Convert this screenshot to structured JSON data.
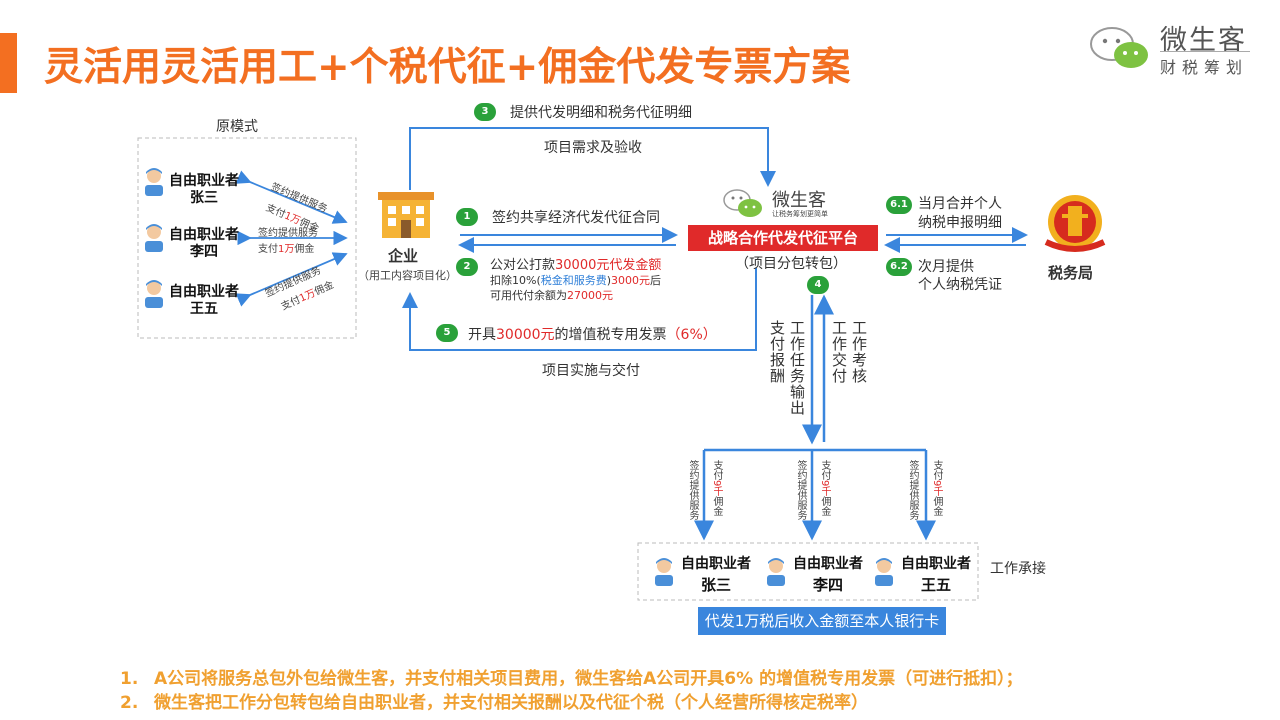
{
  "header": {
    "title": "灵活用灵活用工+个税代征+佣金代发专票方案",
    "logo_name": "微生客",
    "logo_sub": "财税筹划"
  },
  "original_mode": {
    "label": "原模式",
    "workers": [
      {
        "title": "自由职业者",
        "name": "张三"
      },
      {
        "title": "自由职业者",
        "name": "李四"
      },
      {
        "title": "自由职业者",
        "name": "王五"
      }
    ],
    "arrow_labels": [
      {
        "top": "签约提供服务",
        "bottom_pre": "支付",
        "bottom_red": "1万",
        "bottom_post": "佣金"
      },
      {
        "top": "签约提供服务",
        "bottom_pre": "支付",
        "bottom_red": "1万",
        "bottom_post": "佣金"
      },
      {
        "top": "签约提供服务",
        "bottom_pre": "支付",
        "bottom_red": "1万",
        "bottom_post": "佣金"
      }
    ]
  },
  "enterprise": {
    "name": "企业",
    "sub": "（用工内容项目化）"
  },
  "top_flow": {
    "step3_num": "3",
    "step3_label": "提供代发明细和税务代征明细",
    "demand_label": "项目需求及验收"
  },
  "middle_flow": {
    "step1_num": "1",
    "step1_label": "签约共享经济代发代征合同",
    "step2_num": "2",
    "step2_line1_pre": "公对公打款",
    "step2_line1_red": "30000元",
    "step2_line1_post": "代发金额",
    "step2_line2_pre": "扣除10%(",
    "step2_line2_blue": "税金和服务费",
    "step2_line2_mid": ")",
    "step2_line2_red": "3000元",
    "step2_line2_post": "后",
    "step2_line3_pre": "可用代付余额为",
    "step2_line3_red": "27000元"
  },
  "bottom_flow": {
    "step5_num": "5",
    "step5_pre": "开具",
    "step5_red": "30000元",
    "step5_mid": "的增值税专用发票",
    "step5_pct": "（6%）",
    "delivery_label": "项目实施与交付"
  },
  "platform": {
    "logo_name": "微生客",
    "logo_tagline": "让税务筹划更简单",
    "name": "战略合作代发代征平台",
    "sub": "（项目分包转包）"
  },
  "tax_bureau": {
    "name": "税务局",
    "step61_num": "6.1",
    "step61_line1": "当月合并个人",
    "step61_line2": "纳税申报明细",
    "step62_num": "6.2",
    "step62_line1": "次月提供",
    "step62_line2": "个人纳税凭证"
  },
  "vertical_flow": {
    "step4_num": "4",
    "col1": "支付报酬",
    "col2": "工作任务输出",
    "col3": "工作交付",
    "col4": "工作考核"
  },
  "distribution": {
    "items": [
      {
        "sign": "签约提供服务",
        "pay_pre": "支付",
        "pay_red": "9千",
        "pay_post": "佣金"
      },
      {
        "sign": "签约提供服务",
        "pay_pre": "支付",
        "pay_red": "9千",
        "pay_post": "佣金"
      },
      {
        "sign": "签约提供服务",
        "pay_pre": "支付",
        "pay_red": "9千",
        "pay_post": "佣金"
      }
    ],
    "workers": [
      {
        "title": "自由职业者",
        "name": "张三"
      },
      {
        "title": "自由职业者",
        "name": "李四"
      },
      {
        "title": "自由职业者",
        "name": "王五"
      }
    ],
    "work_label": "工作承接",
    "bank_label": "代发1万税后收入金额至本人银行卡"
  },
  "notes": [
    {
      "num": "1.",
      "text": "A公司将服务总包外包给微生客，并支付相关项目费用，微生客给A公司开具6% 的增值税专用发票（可进行抵扣）；"
    },
    {
      "num": "2.",
      "text": "微生客把工作分包转包给自由职业者，并支付相关报酬以及代征个税（个人经营所得核定税率）"
    }
  ],
  "colors": {
    "accent": "#f36f21",
    "arrow": "#3a86dd",
    "platform": "#e02a2a",
    "step_badge": "#2aa13a",
    "note": "#f0a030"
  }
}
